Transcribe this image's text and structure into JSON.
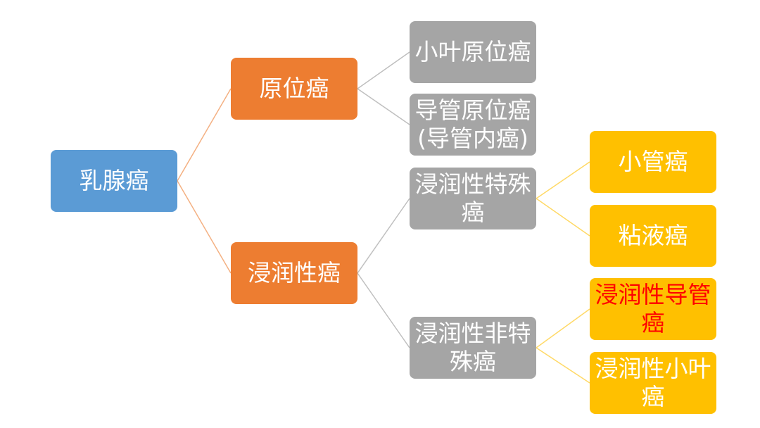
{
  "colors": {
    "root": "#5b9bd5",
    "level1": "#ed7d31",
    "level2": "#a5a5a5",
    "level3": "#ffc000",
    "line_level1": "#f4b183",
    "line_level2": "#bfbfbf",
    "line_level3": "#ffd966",
    "highlight_text": "#ff0000"
  },
  "nodes": {
    "root": {
      "label": "乳腺癌"
    },
    "in_situ": {
      "label": "原位癌"
    },
    "invasive": {
      "label": "浸润性癌"
    },
    "lcis": {
      "label": "小叶原位癌"
    },
    "dcis": {
      "label": "导管原位癌\n(导管内癌)"
    },
    "invasive_special": {
      "label": "浸润性特殊\n癌"
    },
    "invasive_nonspecial": {
      "label": "浸润性非特\n殊癌"
    },
    "tubular": {
      "label": "小管癌"
    },
    "mucinous": {
      "label": "粘液癌"
    },
    "idc": {
      "label": "浸润性导管\n癌"
    },
    "ilc": {
      "label": "浸润性小叶\n癌"
    }
  },
  "edges": [
    {
      "from": "root",
      "to": "in_situ",
      "level": 1
    },
    {
      "from": "root",
      "to": "invasive",
      "level": 1
    },
    {
      "from": "in_situ",
      "to": "lcis",
      "level": 2
    },
    {
      "from": "in_situ",
      "to": "dcis",
      "level": 2
    },
    {
      "from": "invasive",
      "to": "invasive_special",
      "level": 2
    },
    {
      "from": "invasive",
      "to": "invasive_nonspecial",
      "level": 2
    },
    {
      "from": "invasive_special",
      "to": "tubular",
      "level": 3
    },
    {
      "from": "invasive_special",
      "to": "mucinous",
      "level": 3
    },
    {
      "from": "invasive_nonspecial",
      "to": "idc",
      "level": 3
    },
    {
      "from": "invasive_nonspecial",
      "to": "ilc",
      "level": 3
    }
  ]
}
